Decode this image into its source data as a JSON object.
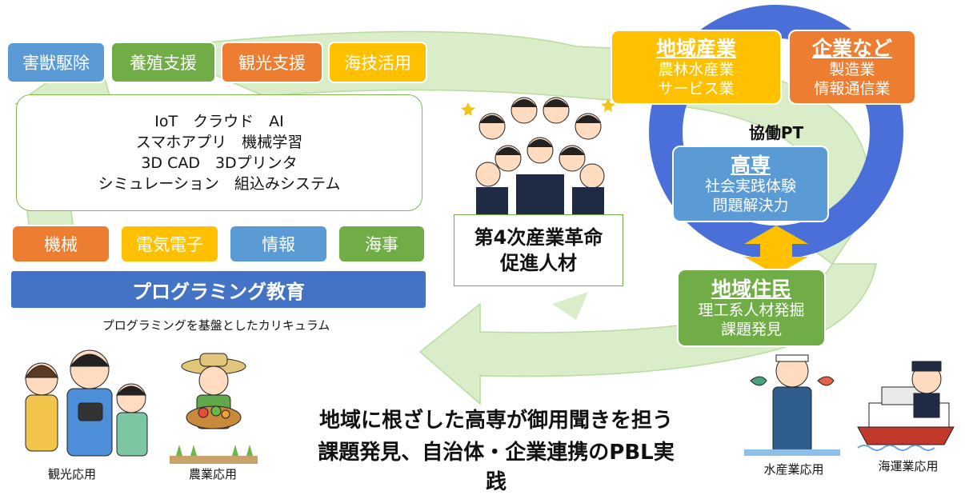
{
  "top_tags": [
    {
      "label": "害獣駆除",
      "color": "#5b9bd5"
    },
    {
      "label": "養殖支援",
      "color": "#70ad47"
    },
    {
      "label": "観光支援",
      "color": "#ed7d31"
    },
    {
      "label": "海技活用",
      "color": "#ffc000"
    }
  ],
  "technologies": [
    "IoT　クラウド　AI",
    "スマホアプリ　機械学習",
    "3D CAD　3Dプリンタ",
    "シミュレーション　組込みシステム"
  ],
  "fields": [
    {
      "label": "機械",
      "color": "#ed7d31"
    },
    {
      "label": "電気電子",
      "color": "#ffc000"
    },
    {
      "label": "情報",
      "color": "#5b9bd5"
    },
    {
      "label": "海事",
      "color": "#70ad47"
    }
  ],
  "programming": {
    "title": "プログラミング教育",
    "subtitle": "プログラミングを基盤としたカリキュラム"
  },
  "talent": {
    "line1": "第4次産業革命",
    "line2": "促進人材"
  },
  "partners": {
    "industry": {
      "title": "地域産業",
      "line1": "農林水産業",
      "line2": "サービス業"
    },
    "company": {
      "title": "企業など",
      "line1": "製造業",
      "line2": "情報通信業"
    }
  },
  "pt_label": "協働PT",
  "kosen": {
    "title": "高専",
    "line1": "社会実践体験",
    "line2": "問題解決力"
  },
  "residents": {
    "title": "地域住民",
    "line1": "理工系人材発掘",
    "line2": "課題発見"
  },
  "slogan": {
    "line1": "地域に根ざした高専が御用聞きを担う",
    "line2": "課題発見、自治体・企業連携のPBL実践"
  },
  "applications": {
    "tourism": "観光応用",
    "agriculture": "農業応用",
    "fishery": "水産業応用",
    "shipping": "海運業応用"
  },
  "colors": {
    "blue": "#5b9bd5",
    "green": "#70ad47",
    "orange": "#ed7d31",
    "yellow": "#ffc000",
    "navy": "#4472c4",
    "ring": "#4a6fd8",
    "cycle_arrow": "#d6ebc6"
  }
}
